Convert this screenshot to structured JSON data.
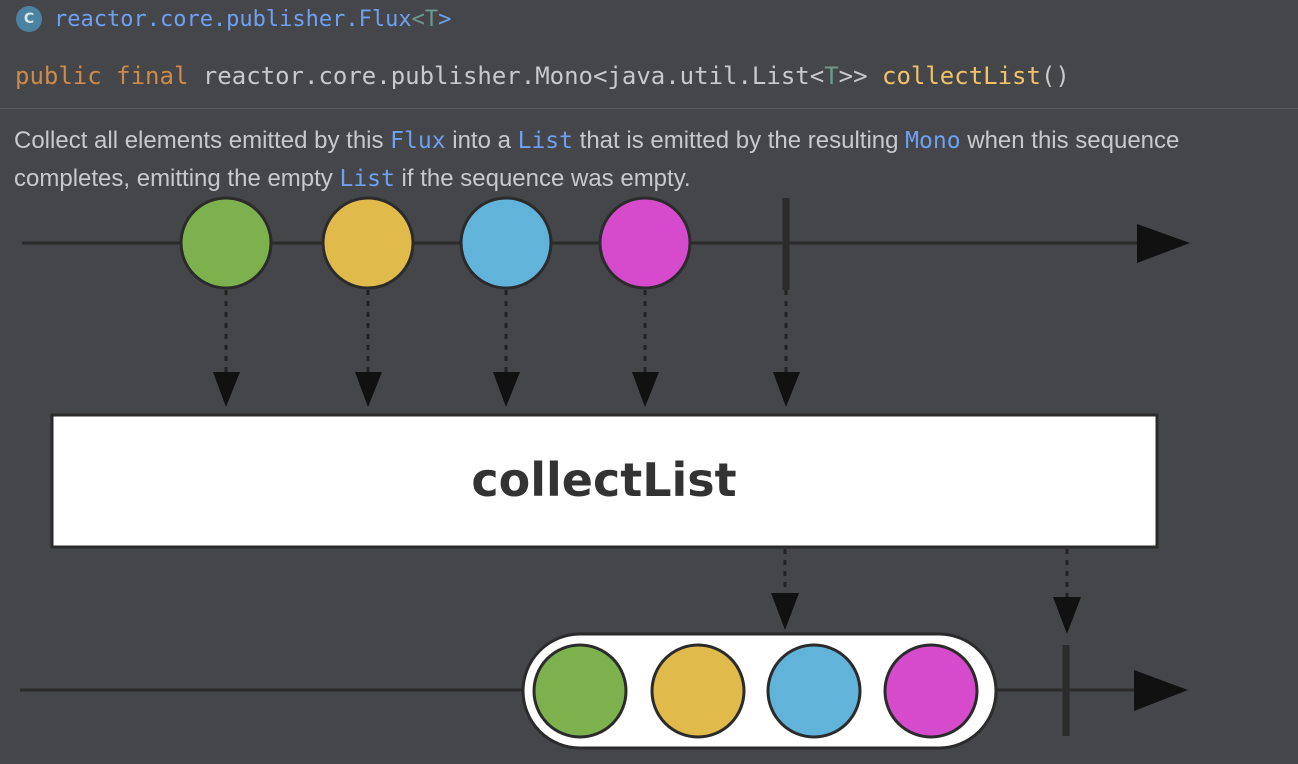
{
  "header": {
    "class_badge": "C",
    "class_name": "reactor.core.publisher.Flux",
    "type_open": "<",
    "type_param": "T",
    "type_close": ">"
  },
  "signature": {
    "modifier_1": "public",
    "modifier_2": "final",
    "return_prefix": "reactor.core.publisher.Mono<java.util.List<",
    "return_type_param": "T",
    "return_suffix": ">>",
    "method_name": "collectList",
    "parens": "()"
  },
  "description": {
    "part1": "Collect all elements emitted by this ",
    "ref1": "Flux",
    "part2": " into a ",
    "ref2": "List",
    "part3": " that is emitted by the resulting ",
    "ref3": "Mono",
    "part4": " when this sequence completes, emitting the empty ",
    "ref4": "List",
    "part5": " if the sequence was empty."
  },
  "diagram": {
    "operator_label": "collectList",
    "marble_colors": [
      "#7cb14e",
      "#e0bb4c",
      "#62b3d9",
      "#d54bcb"
    ],
    "background": "#45464a",
    "line_color": "#2b2b2b"
  }
}
